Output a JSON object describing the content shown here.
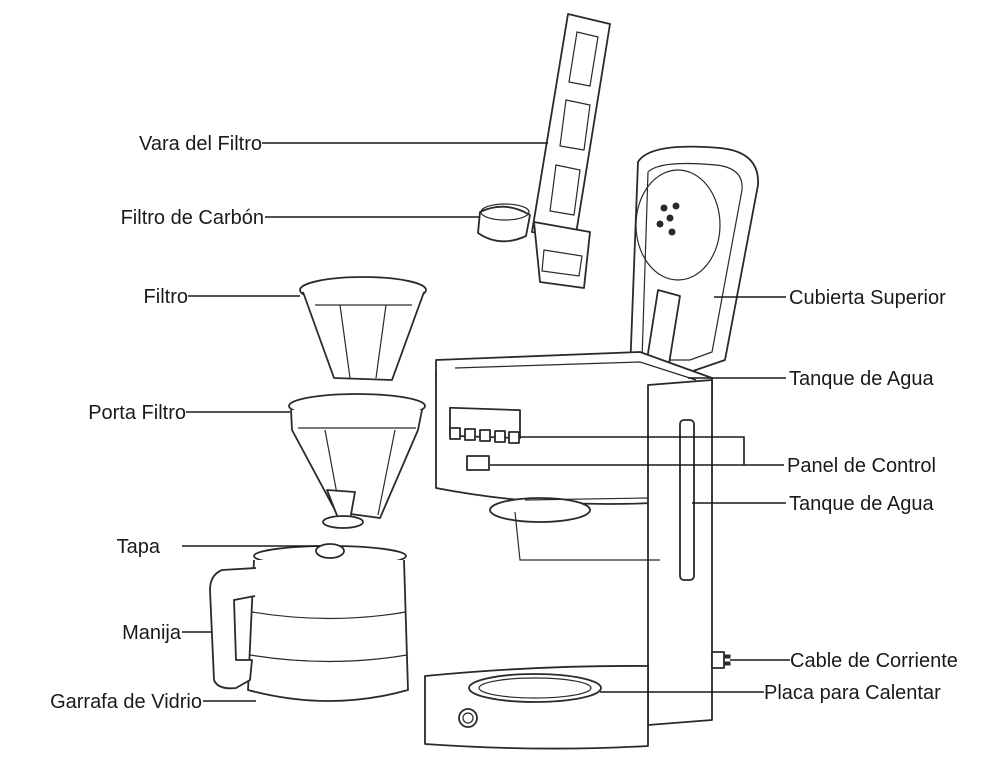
{
  "labels": {
    "filter_rod": "Vara del Filtro",
    "carbon_filter": "Filtro de Carbón",
    "filter": "Filtro",
    "filter_holder": "Porta Filtro",
    "lid": "Tapa",
    "handle": "Manija",
    "glass_carafe": "Garrafa de Vidrio",
    "top_cover": "Cubierta Superior",
    "water_tank_top": "Tanque de Agua",
    "control_panel": "Panel de Control",
    "water_tank_side": "Tanque de Agua",
    "power_cord": "Cable de Corriente",
    "warming_plate": "Placa para Calentar"
  }
}
